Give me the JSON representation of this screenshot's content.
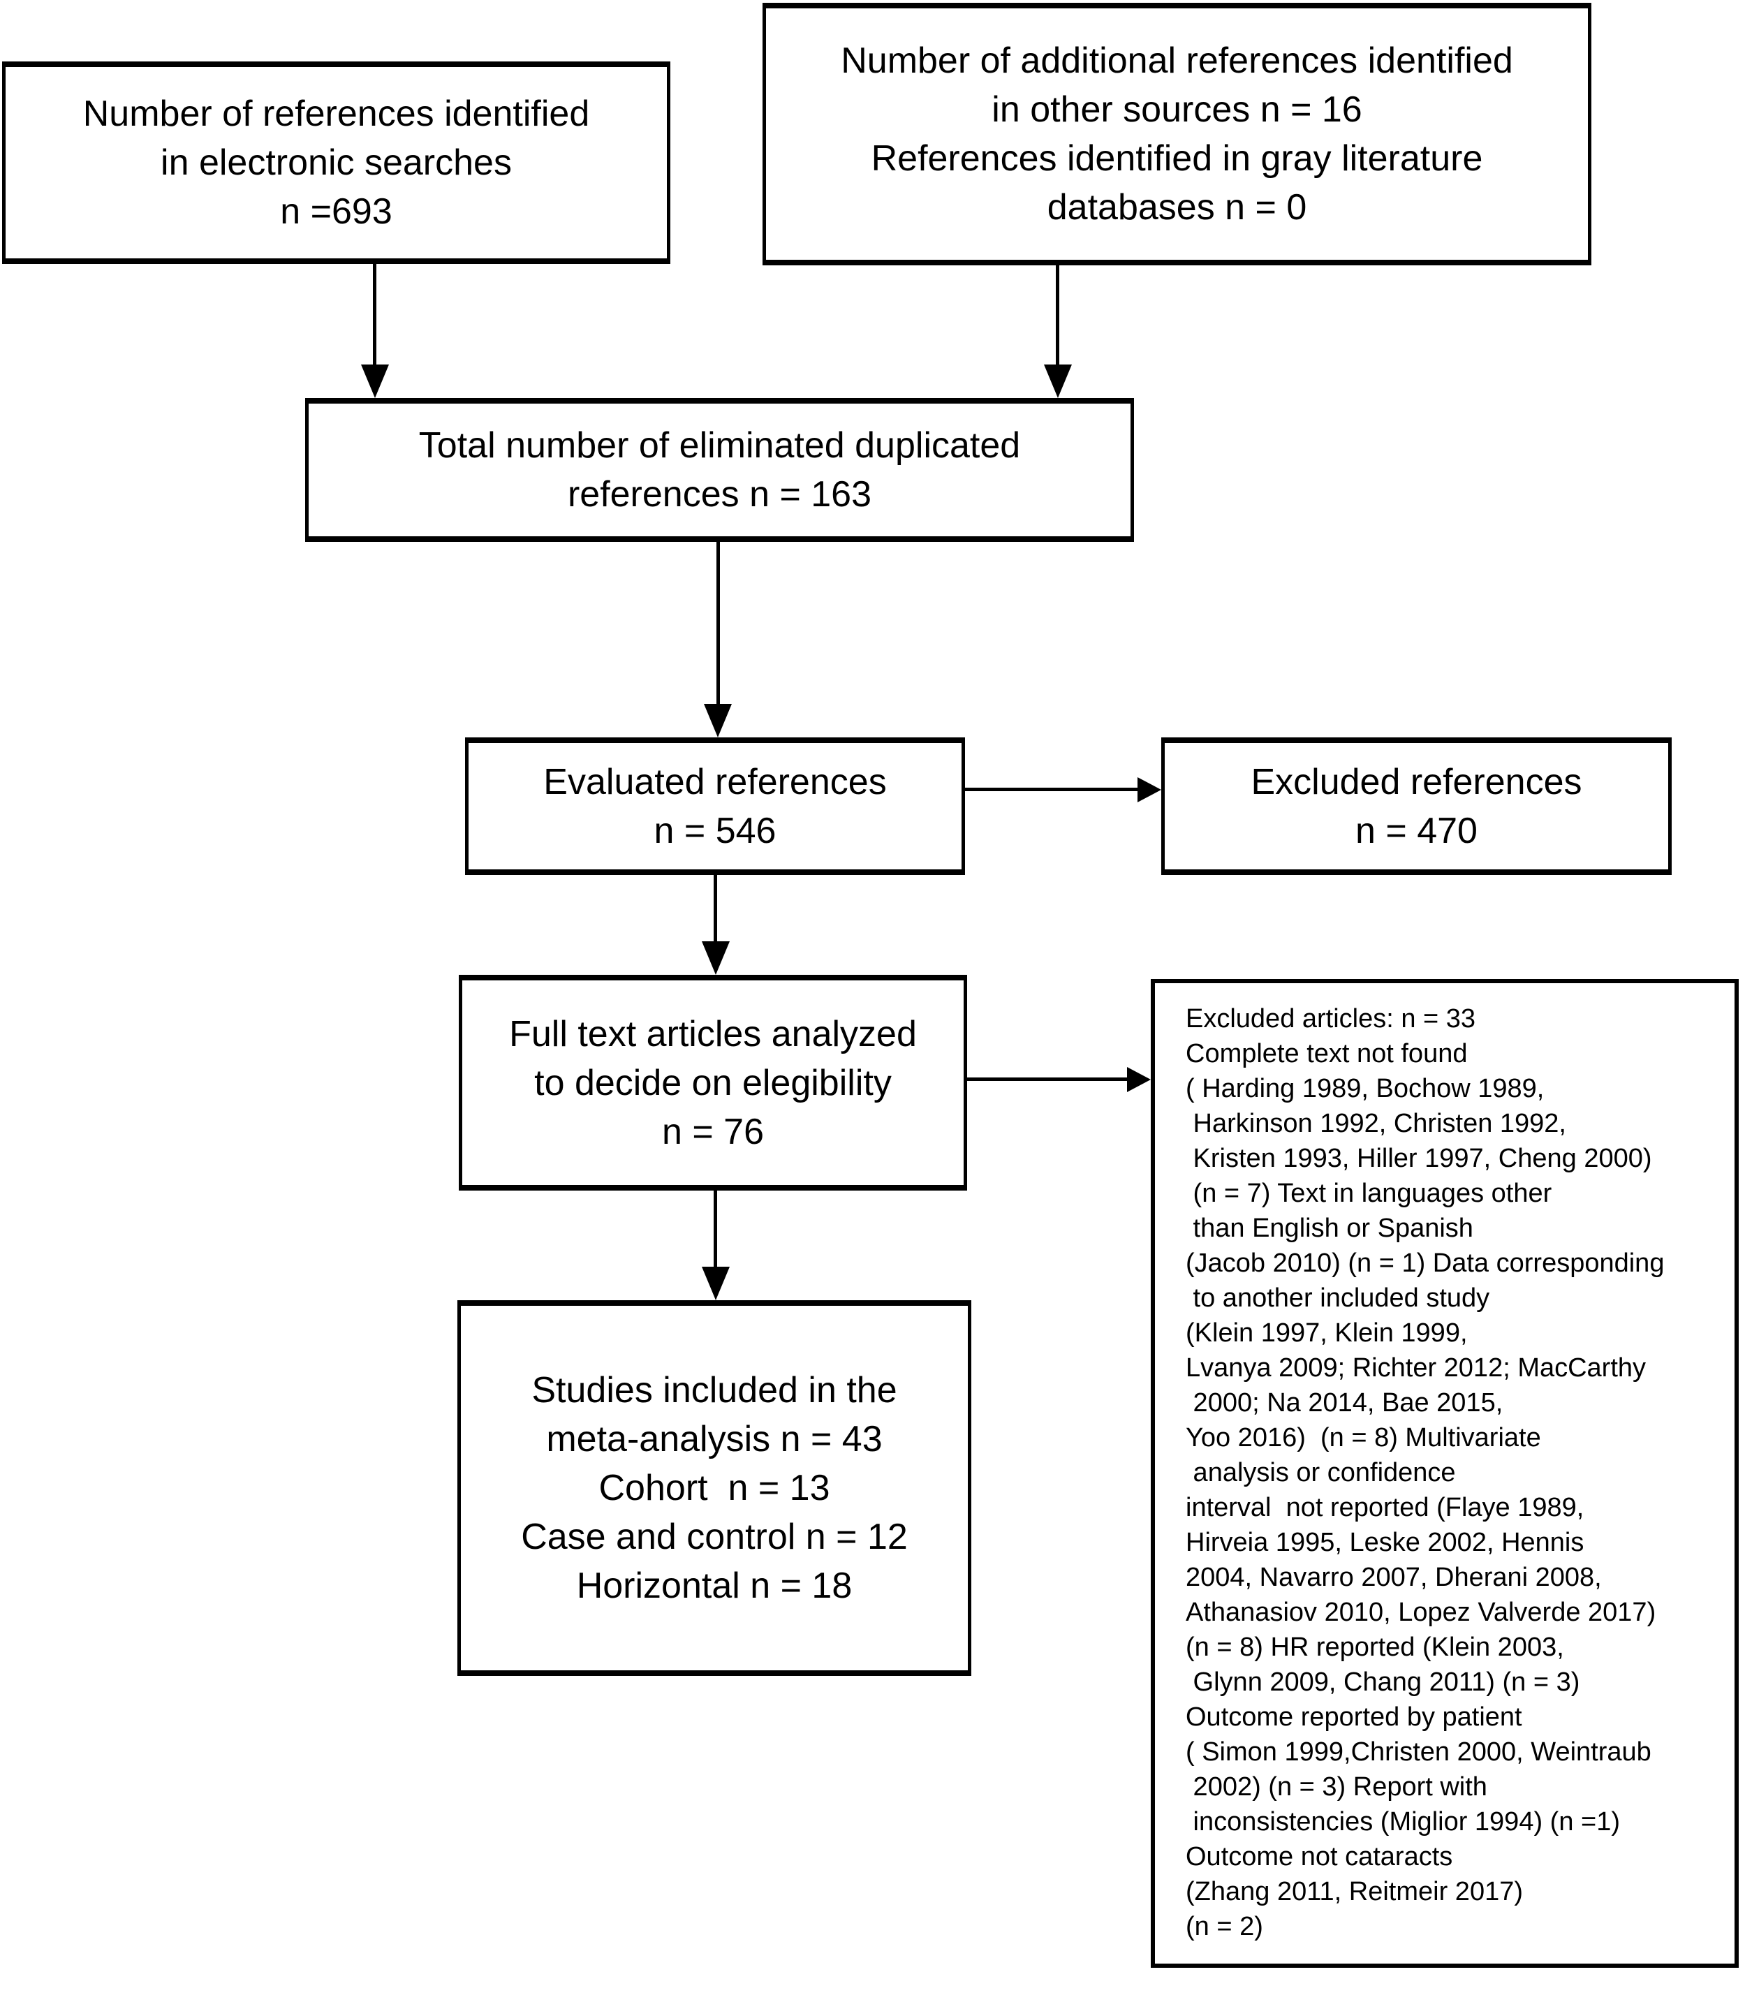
{
  "colors": {
    "ink": "#000000",
    "background": "#ffffff"
  },
  "flowchart": {
    "boxes": {
      "identified_electronic": {
        "text": "Number of references identified\nin electronic searches\nn =693"
      },
      "identified_other_sources": {
        "text": "Number of additional references identified\nin other sources n = 16\nReferences identified in gray literature\ndatabases n = 0"
      },
      "duplicates_eliminated": {
        "text": "Total number of eliminated duplicated\nreferences n = 163"
      },
      "evaluated_references": {
        "text": "Evaluated references\nn = 546"
      },
      "excluded_references": {
        "text": "Excluded references\nn = 470"
      },
      "fulltext_analyzed": {
        "text": "Full text articles analyzed\nto decide on elegibility\nn = 76"
      },
      "studies_included": {
        "text": "Studies included in the\nmeta-analysis n = 43\nCohort  n = 13\nCase and control n = 12\nHorizontal n = 18"
      },
      "excluded_articles_detail": {
        "text": "Excluded articles: n = 33\nComplete text not found\n( Harding 1989, Bochow 1989,\n Harkinson 1992, Christen 1992,\n Kristen 1993, Hiller 1997, Cheng 2000)\n (n = 7) Text in languages other\n than English or Spanish\n(Jacob 2010) (n = 1) Data corresponding\n to another included study\n(Klein 1997, Klein 1999,\nLvanya 2009; Richter 2012; MacCarthy\n 2000; Na 2014, Bae 2015,\nYoo 2016)  (n = 8) Multivariate\n analysis or confidence\ninterval  not reported (Flaye 1989,\nHirveia 1995, Leske 2002, Hennis\n2004, Navarro 2007, Dherani 2008,\nAthanasiov 2010, Lopez Valverde 2017)\n(n = 8) HR reported (Klein 2003,\n Glynn 2009, Chang 2011) (n = 3)\nOutcome reported by patient\n( Simon 1999,Christen 2000, Weintraub\n 2002) (n = 3) Report with\n inconsistencies (Miglior 1994) (n =1)\nOutcome not cataracts\n(Zhang 2011, Reitmeir 2017)\n(n = 2)"
      }
    }
  }
}
